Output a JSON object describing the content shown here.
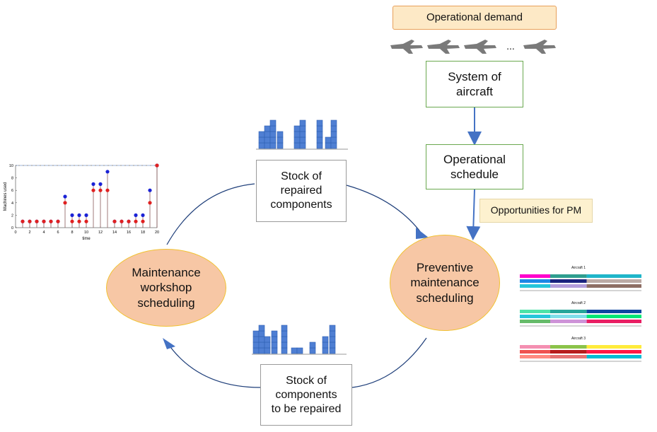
{
  "nodes": {
    "operational_demand": "Operational demand",
    "system_of_aircraft": [
      "System of",
      "aircraft"
    ],
    "aircraft_ellipsis": "...",
    "operational_schedule": [
      "Operational",
      "schedule"
    ],
    "opportunities_for_pm": "Opportunities for PM",
    "stock_repaired": [
      "Stock of",
      "repaired",
      "components"
    ],
    "stock_to_repair": [
      "Stock of",
      "components",
      "to be repaired"
    ],
    "maintenance_workshop": [
      "Maintenance",
      "workshop",
      "scheduling"
    ],
    "preventive_maintenance": [
      "Preventive",
      "maintenance",
      "scheduling"
    ]
  },
  "colors": {
    "demand_fill": "#fde9c6",
    "ellipse_fill": "#f7c7a5",
    "ellipse_border": "#f1c232",
    "box_border_green": "#6aa84f",
    "arrow_blue": "#4472c4",
    "cycle_line": "#1f3f7a",
    "cube_blue": "#4f7fd3"
  },
  "chart_data": {
    "type": "scatter",
    "title": "",
    "xlabel": "time",
    "ylabel": "Machines used",
    "xlim": [
      0,
      20
    ],
    "ylim": [
      0,
      10
    ],
    "x_ticks": [
      "0",
      "2",
      "4",
      "6",
      "8",
      "10",
      "12",
      "14",
      "16",
      "18",
      "20"
    ],
    "y_ticks": [
      "0",
      "2",
      "4",
      "6",
      "8",
      "10"
    ],
    "capacity_line": 10,
    "series": [
      {
        "color": "#e02020",
        "x": [
          1,
          2,
          3,
          4,
          5,
          6,
          7,
          8,
          9,
          10,
          11,
          12,
          13,
          14,
          15,
          16,
          17,
          18,
          19,
          20
        ],
        "values": [
          1,
          1,
          1,
          1,
          1,
          1,
          4,
          1,
          1,
          1,
          6,
          6,
          6,
          1,
          1,
          1,
          1,
          1,
          4,
          10
        ]
      },
      {
        "color": "#1a22d6",
        "x": [
          1,
          2,
          3,
          4,
          5,
          6,
          7,
          8,
          9,
          10,
          11,
          12,
          13,
          14,
          15,
          16,
          17,
          18,
          19,
          20
        ],
        "values": [
          1,
          1,
          1,
          1,
          1,
          1,
          5,
          2,
          2,
          2,
          7,
          7,
          9,
          1,
          1,
          1,
          2,
          2,
          6,
          10
        ]
      }
    ]
  },
  "schedules": [
    {
      "title": "Aircraft 1",
      "bars": [
        [
          "#ff00cc",
          "#2f9e8f",
          "#1fb5c9"
        ],
        [
          "#1e88e5",
          "#1a237e",
          "#bcaaa4"
        ],
        [
          "#26c6da",
          "#b39ddb",
          "#8e6e63"
        ]
      ]
    },
    {
      "title": "Aircraft 2",
      "bars": [
        [
          "#4de3a8",
          "#26a69a",
          "#0d47a1"
        ],
        [
          "#26c6da",
          "#80deea",
          "#00e676"
        ],
        [
          "#66bb6a",
          "#ce93d8",
          "#e91e63"
        ]
      ]
    },
    {
      "title": "Aircraft 3",
      "bars": [
        [
          "#f48fb1",
          "#8bc34a",
          "#ffeb3b"
        ],
        [
          "#ef5350",
          "#b71c1c",
          "#ff1744"
        ],
        [
          "#ff8a80",
          "#e57373",
          "#00bcd4"
        ]
      ]
    }
  ]
}
